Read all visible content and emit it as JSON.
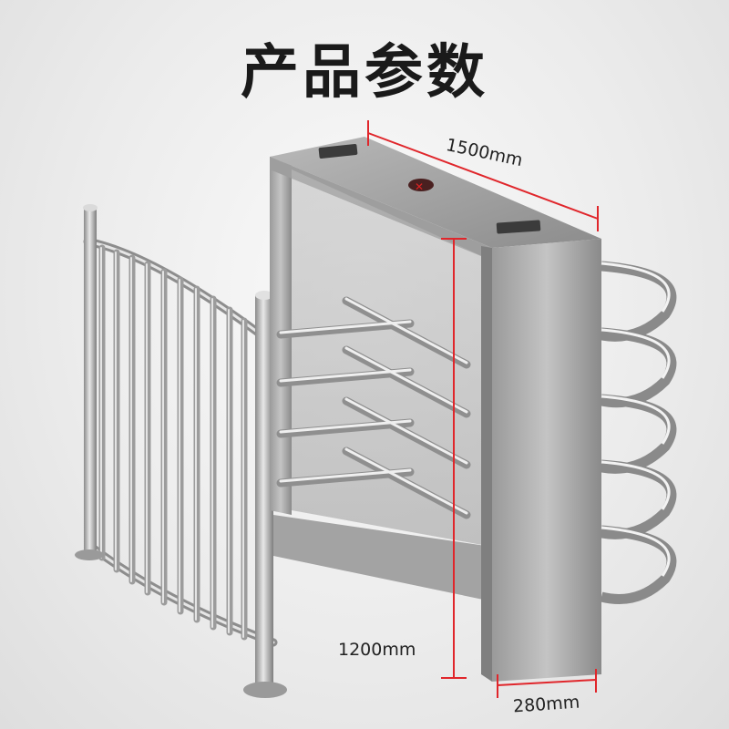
{
  "title": "产品参数",
  "dimensions": {
    "width": "1500mm",
    "height": "1200mm",
    "depth": "280mm"
  },
  "colors": {
    "dimension_line": "#e0262b",
    "steel_light": "#d9d9d9",
    "steel_dark": "#7b7b7b",
    "background": "#ececec"
  }
}
